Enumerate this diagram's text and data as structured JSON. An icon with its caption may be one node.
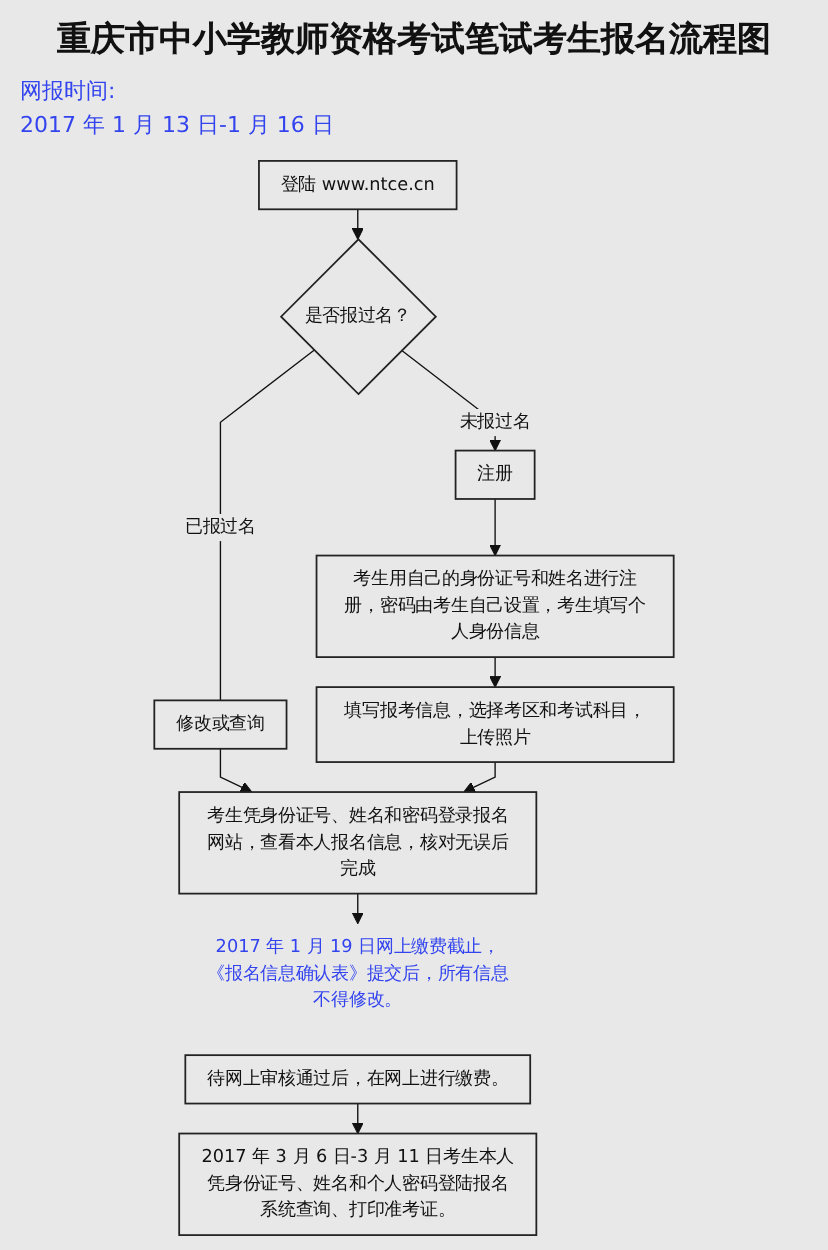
{
  "diagram": {
    "title": "重庆市中小学教师资格考试笔试考生报名流程图",
    "nodes": [
      {
        "text": [
          "登陆 www.ntce.cn"
        ]
      },
      {
        "text": [
          "是否报过名？"
        ]
      },
      {
        "text": [
          "注册"
        ]
      },
      {
        "text": [
          "考生用自己的身份证号和姓名进行注册，密码由考生自己设置，考生填写个人身份信息"
        ]
      },
      {
        "text": [
          "修改或查询"
        ]
      },
      {
        "text": [
          "填写报考信息，选择考区和考试科目，上传照片"
        ]
      },
      {
        "text": [
          "考生凭身份证号、姓名和密码登录报名网站，查看本人报名信息，核对无误后完成"
        ]
      },
      {
        "text": [
          "2017 年 1 月 19 日网上缴费截止，《报名信息确认表》提交后，所有信息不得修改。"
        ]
      },
      {
        "text": [
          "待网上审核通过后，在网上进行缴费。"
        ]
      },
      {
        "text": [
          "2017 年 3 月 6 日-3 月 11 日考生本人凭身份证号、姓名和个人密码登陆报名系统查询、打印准考证。"
        ]
      }
    ],
    "edges": [
      {
        "from": 0,
        "to": 1,
        "arrow": "to"
      },
      {
        "from": 1,
        "to": 2,
        "label": "未报过名",
        "arrow": "to"
      },
      {
        "from": 2,
        "to": 3,
        "arrow": "to"
      },
      {
        "from": 3,
        "to": 5,
        "arrow": "to"
      },
      {
        "from": 1,
        "to": 4,
        "label": "已报过名",
        "arrow": "none"
      },
      {
        "from": 4,
        "to": 6,
        "arrow": "to"
      },
      {
        "from": 5,
        "to": 6,
        "arrow": "to"
      },
      {
        "from": 6,
        "to": 7,
        "arrow": "to"
      },
      {
        "from": 8,
        "to": 9,
        "arrow": "to"
      }
    ],
    "labels": [
      "网报时间:",
      "2017 年 1 月 13 日-1 月 16 日"
    ]
  }
}
